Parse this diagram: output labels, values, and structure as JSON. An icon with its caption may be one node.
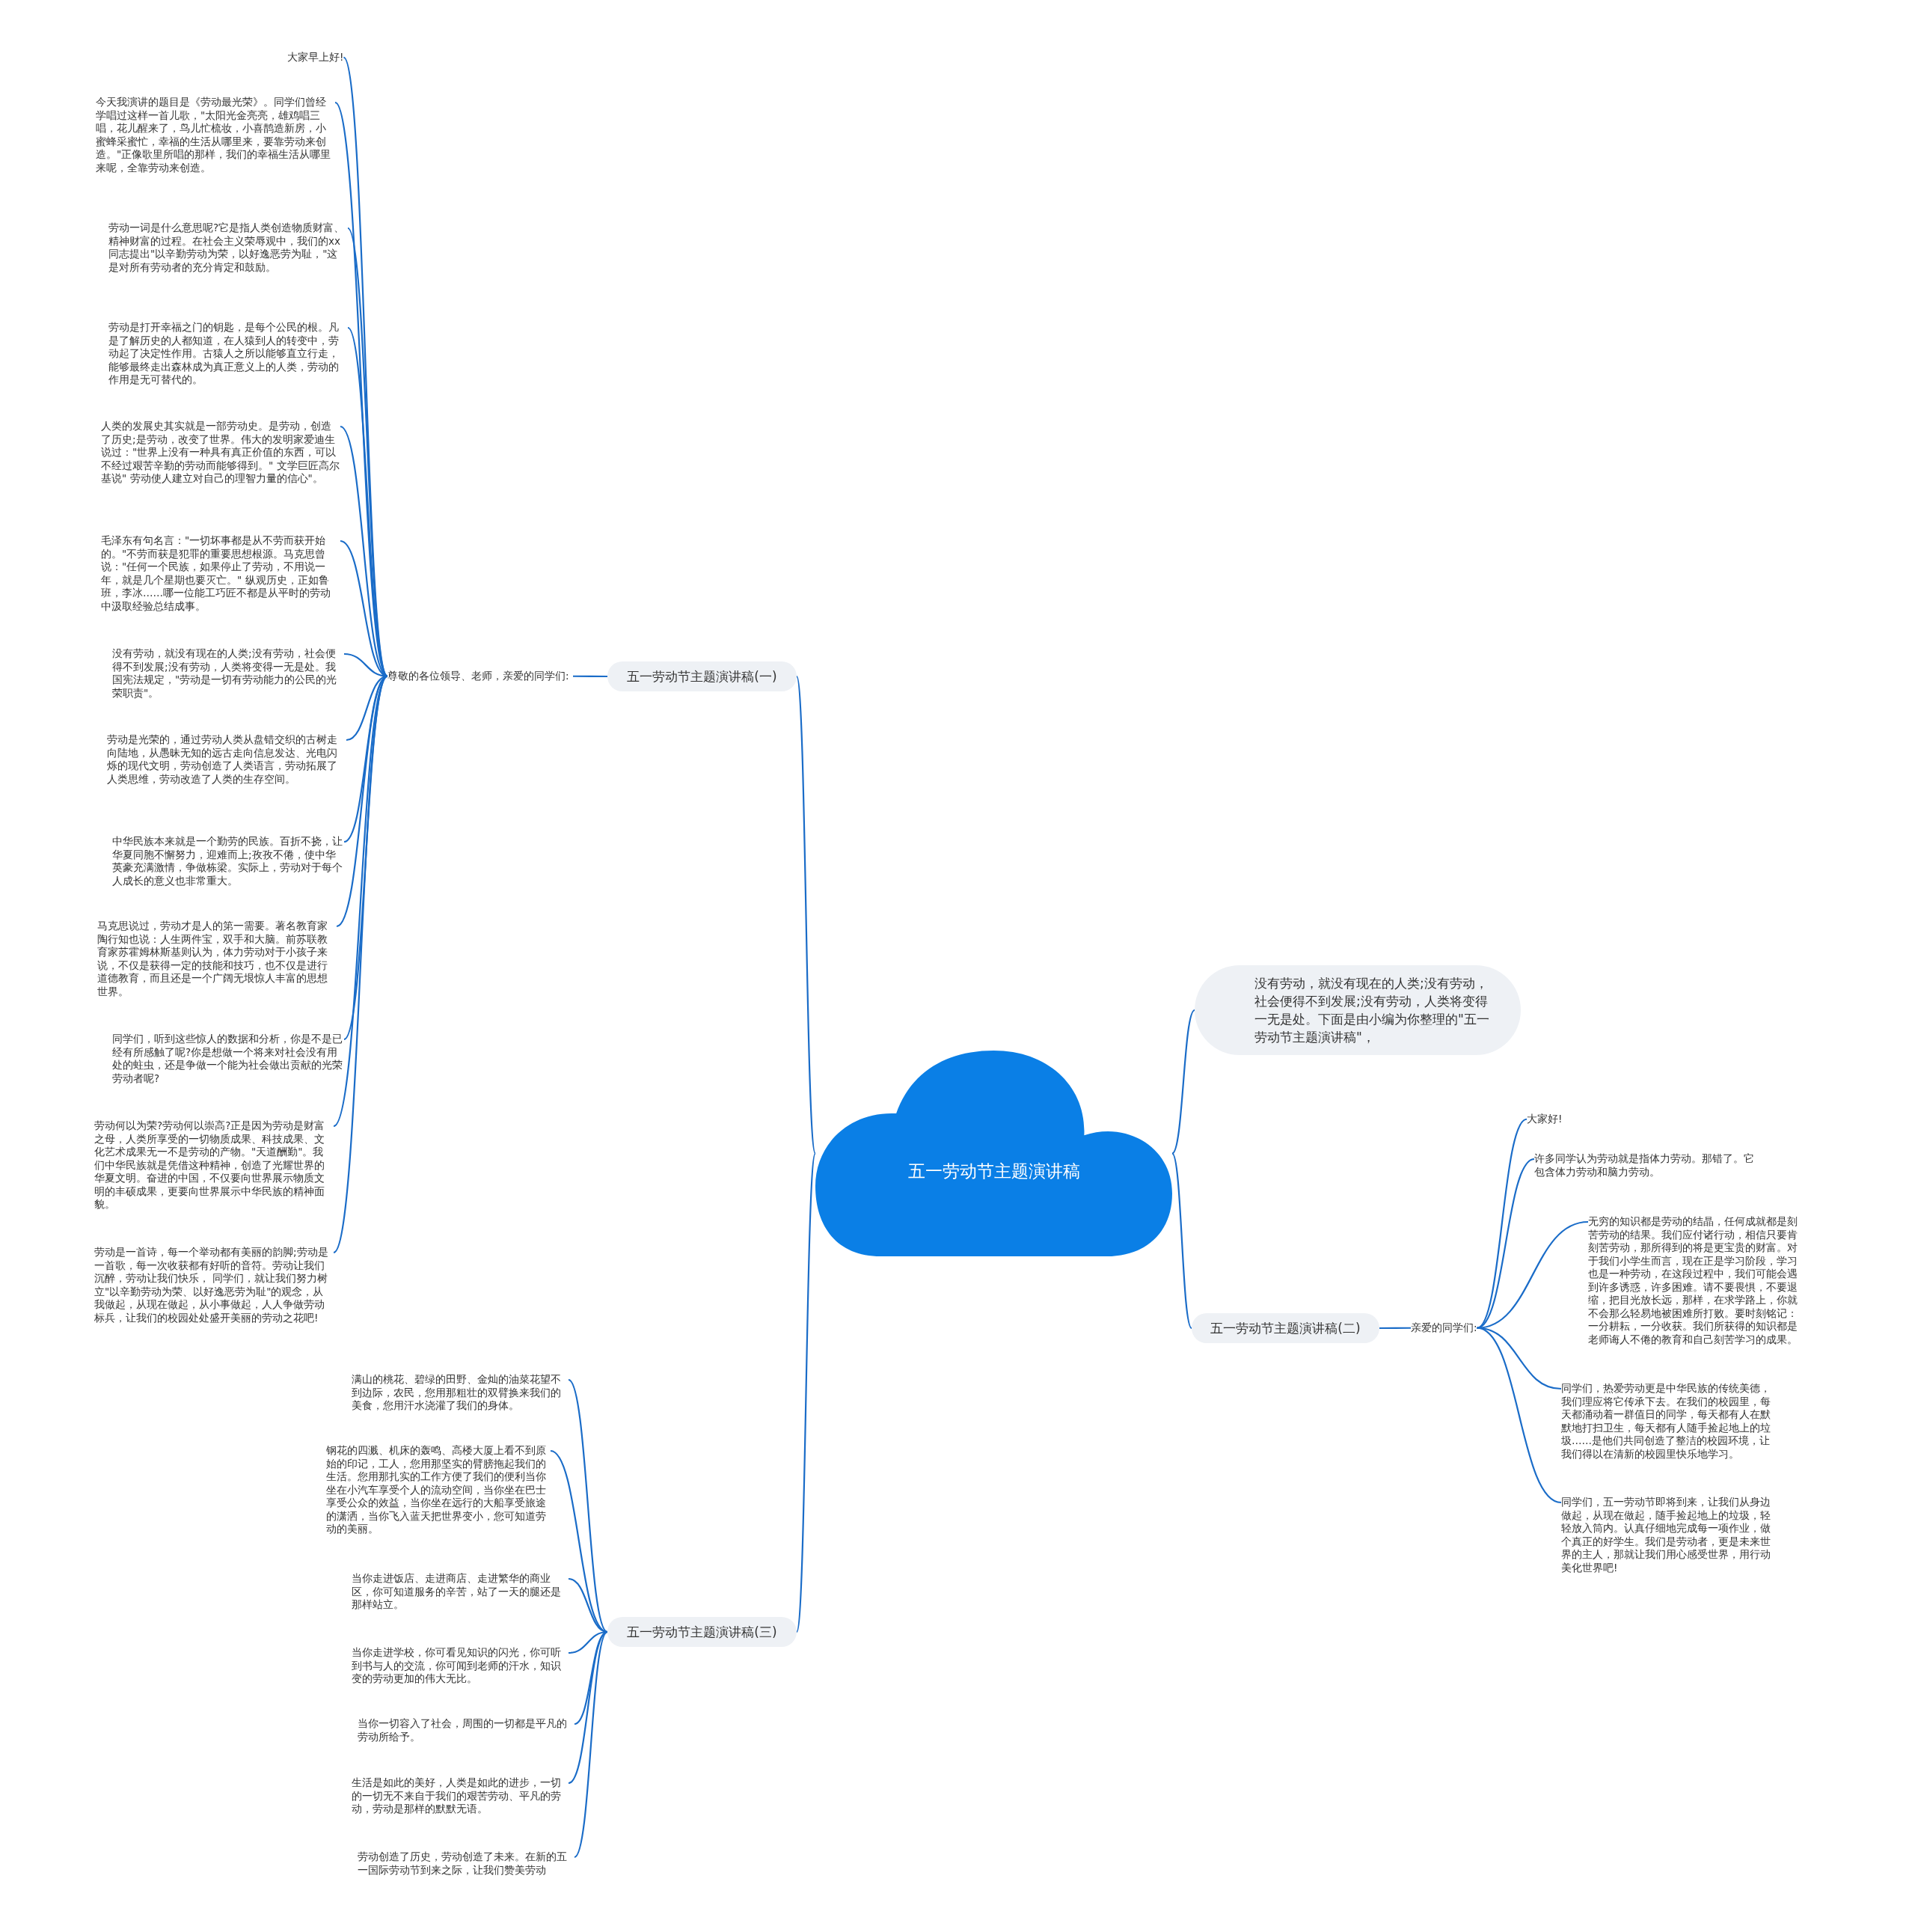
{
  "diagram": {
    "nodes": [
      {
        "text": [
          "五一劳动节主题演讲稿"
        ]
      },
      {
        "text": [
          "五一劳动节主题演讲稿(一)"
        ]
      },
      {
        "text": [
          "尊敬的各位领导、老师，亲爱的同学们:"
        ]
      },
      {
        "text": [
          "大家早上好!"
        ]
      },
      {
        "text": [
          "今天我演讲的题目是《劳动最光荣》。同学们曾经学唱过这样一首儿歌，\"太阳光金亮亮，雄鸡唱三唱，花儿醒来了，鸟儿忙梳妆，小喜鹊造新房，小蜜蜂采蜜忙，幸福的生活从哪里来，要靠劳动来创造。\"正像歌里所唱的那样，我们的幸福生活从哪里来呢，全靠劳动来创造。"
        ]
      },
      {
        "text": [
          "劳动一词是什么意思呢?它是指人类创造物质财富、精神财富的过程。在社会主义荣辱观中，我们的xx同志提出\"以辛勤劳动为荣，以好逸恶劳为耻，\"这是对所有劳动者的充分肯定和鼓励。"
        ]
      },
      {
        "text": [
          "劳动是打开幸福之门的钥匙，是每个公民的根。凡是了解历史的人都知道，在人猿到人的转变中，劳动起了决定性作用。古猿人之所以能够直立行走，能够最终走出森林成为真正意义上的人类，劳动的作用是无可替代的。"
        ]
      },
      {
        "text": [
          "人类的发展史其实就是一部劳动史。是劳动，创造了历史;是劳动，改变了世界。伟大的发明家爱迪生说过：\"世界上没有一种具有真正价值的东西，可以不经过艰苦辛勤的劳动而能够得到。\" 文学巨匠高尔基说\" 劳动使人建立对自己的理智力量的信心\"。"
        ]
      },
      {
        "text": [
          "毛泽东有句名言：\"一切坏事都是从不劳而获开始的。\"不劳而获是犯罪的重要思想根源。马克思曾说：\"任何一个民族，如果停止了劳动，不用说一年，就是几个星期也要灭亡。\" 纵观历史，正如鲁班，李冰……哪一位能工巧匠不都是从平时的劳动中汲取经验总结成事。"
        ]
      },
      {
        "text": [
          "没有劳动，就没有现在的人类;没有劳动，社会便得不到发展;没有劳动，人类将变得一无是处。我国宪法规定，\"劳动是一切有劳动能力的公民的光荣职责\"。"
        ]
      },
      {
        "text": [
          "劳动是光荣的，通过劳动人类从盘错交织的古树走向陆地，从愚昧无知的远古走向信息发达、光电闪烁的现代文明，劳动创造了人类语言，劳动拓展了人类思维，劳动改造了人类的生存空间。"
        ]
      },
      {
        "text": [
          "中华民族本来就是一个勤劳的民族。百折不挠，让华夏同胞不懈努力，迎难而上;孜孜不倦，使中华英豪充满激情，争做栋梁。实际上，劳动对于每个人成长的意义也非常重大。"
        ]
      },
      {
        "text": [
          "马克思说过，劳动才是人的第一需要。著名教育家陶行知也说：人生两件宝，双手和大脑。前苏联教育家苏霍姆林斯基则认为，体力劳动对于小孩子来说，不仅是获得一定的技能和技巧，也不仅是进行道德教育，而且还是一个广阔无垠惊人丰富的思想世界。"
        ]
      },
      {
        "text": [
          "同学们，听到这些惊人的数据和分析，你是不是已经有所感触了呢?你是想做一个将来对社会没有用处的蛀虫，还是争做一个能为社会做出贡献的光荣劳动者呢?"
        ]
      },
      {
        "text": [
          "劳动何以为荣?劳动何以崇高?正是因为劳动是财富之母，人类所享受的一切物质成果、科技成果、文化艺术成果无一不是劳动的产物。\"天道酬勤\"。我们中华民族就是凭借这种精神，创造了光耀世界的华夏文明。奋进的中国，不仅要向世界展示物质文明的丰硕成果，更要向世界展示中华民族的精神面貌。"
        ]
      },
      {
        "text": [
          "劳动是一首诗，每一个举动都有美丽的韵脚;劳动是一首歌，每一次收获都有好听的音符。劳动让我们沉醉，劳动让我们快乐， 同学们，就让我们努力树立\"以辛勤劳动为荣、以好逸恶劳为耻\"的观念，从我做起，从现在做起，从小事做起，人人争做劳动标兵，让我们的校园处处盛开美丽的劳动之花吧!"
        ]
      },
      {
        "text": [
          "没有劳动，就没有现在的人类;没有劳动，社会便得不到发展;没有劳动，人类将变得一无是处。下面是由小编为你整理的\"五一劳动节主题演讲稿\"，"
        ]
      },
      {
        "text": [
          "五一劳动节主题演讲稿(二)"
        ]
      },
      {
        "text": [
          "亲爱的同学们:"
        ]
      },
      {
        "text": [
          "大家好!"
        ]
      },
      {
        "text": [
          "许多同学认为劳动就是指体力劳动。那错了。它包含体力劳动和脑力劳动。"
        ]
      },
      {
        "text": [
          "无穷的知识都是劳动的结晶，任何成就都是刻苦劳动的结果。我们应付诸行动，相信只要肯刻苦劳动，那所得到的将是更宝贵的财富。对于我们小学生而言，现在正是学习阶段，学习也是一种劳动，在这段过程中，我们可能会遇到许多诱惑，许多困难。请不要畏惧，不要退缩，把目光放长远，那样，在求学路上，你就不会那么轻易地被困难所打败。要时刻铭记：一分耕耘，一分收获。我们所获得的知识都是老师诲人不倦的教育和自己刻苦学习的成果。"
        ]
      },
      {
        "text": [
          "同学们，热爱劳动更是中华民族的传统美德，我们理应将它传承下去。在我们的校园里，每天都涌动着一群值日的同学，每天都有人在默默地打扫卫生，每天都有人随手捡起地上的垃圾……是他们共同创造了整洁的校园环境，让我们得以在清新的校园里快乐地学习。"
        ]
      },
      {
        "text": [
          "同学们，五一劳动节即将到来，让我们从身边做起，从现在做起，随手捡起地上的垃圾，轻轻放入筒内。认真仔细地完成每一项作业，做个真正的好学生。我们是劳动者，更是未来世界的主人，那就让我们用心感受世界，用行动美化世界吧!"
        ]
      },
      {
        "text": [
          "五一劳动节主题演讲稿(三)"
        ]
      },
      {
        "text": [
          "满山的桃花、碧绿的田野、金灿的油菜花望不到边际，农民，您用那粗壮的双臂换来我们的美食，您用汗水浇灌了我们的身体。"
        ]
      },
      {
        "text": [
          "钢花的四溅、机床的轰鸣、高楼大厦上看不到原始的印记，工人，您用那坚实的臂膀拖起我们的生活。您用那扎实的工作方便了我们的便利当你坐在小汽车享受个人的流动空间，当你坐在巴士享受公众的效益，当你坐在远行的大船享受旅途的潇洒，当你飞入蓝天把世界变小，您可知道劳动的美丽。"
        ]
      },
      {
        "text": [
          "当你走进饭店、走进商店、走进繁华的商业区，你可知道服务的辛苦，站了一天的腿还是那样站立。"
        ]
      },
      {
        "text": [
          "当你走进学校，你可看见知识的闪光，你可听到书与人的交流，你可闻到老师的汗水，知识变的劳动更加的伟大无比。"
        ]
      },
      {
        "text": [
          "当你一切容入了社会，周围的一切都是平凡的劳动所给予。"
        ]
      },
      {
        "text": [
          "生活是如此的美好，人类是如此的进步，一切的一切无不来自于我们的艰苦劳动、平凡的劳动，劳动是那样的默默无语。"
        ]
      },
      {
        "text": [
          "劳动创造了历史，劳动创造了未来。在新的五一国际劳动节到来之际，让我们赞美劳动"
        ]
      }
    ],
    "edges": [
      {
        "from": 0,
        "to": 1,
        "arrow": "none"
      },
      {
        "from": 1,
        "to": 2,
        "arrow": "none"
      },
      {
        "from": 2,
        "to": 3,
        "arrow": "none"
      },
      {
        "from": 2,
        "to": 4,
        "arrow": "none"
      },
      {
        "from": 2,
        "to": 5,
        "arrow": "none"
      },
      {
        "from": 2,
        "to": 6,
        "arrow": "none"
      },
      {
        "from": 2,
        "to": 7,
        "arrow": "none"
      },
      {
        "from": 2,
        "to": 8,
        "arrow": "none"
      },
      {
        "from": 2,
        "to": 9,
        "arrow": "none"
      },
      {
        "from": 2,
        "to": 10,
        "arrow": "none"
      },
      {
        "from": 2,
        "to": 11,
        "arrow": "none"
      },
      {
        "from": 2,
        "to": 12,
        "arrow": "none"
      },
      {
        "from": 2,
        "to": 13,
        "arrow": "none"
      },
      {
        "from": 2,
        "to": 14,
        "arrow": "none"
      },
      {
        "from": 2,
        "to": 15,
        "arrow": "none"
      },
      {
        "from": 0,
        "to": 16,
        "arrow": "none"
      },
      {
        "from": 0,
        "to": 17,
        "arrow": "none"
      },
      {
        "from": 17,
        "to": 18,
        "arrow": "none"
      },
      {
        "from": 18,
        "to": 19,
        "arrow": "none"
      },
      {
        "from": 18,
        "to": 20,
        "arrow": "none"
      },
      {
        "from": 18,
        "to": 21,
        "arrow": "none"
      },
      {
        "from": 18,
        "to": 22,
        "arrow": "none"
      },
      {
        "from": 18,
        "to": 23,
        "arrow": "none"
      },
      {
        "from": 0,
        "to": 24,
        "arrow": "none"
      },
      {
        "from": 24,
        "to": 25,
        "arrow": "none"
      },
      {
        "from": 24,
        "to": 26,
        "arrow": "none"
      },
      {
        "from": 24,
        "to": 27,
        "arrow": "none"
      },
      {
        "from": 24,
        "to": 28,
        "arrow": "none"
      },
      {
        "from": 24,
        "to": 29,
        "arrow": "none"
      },
      {
        "from": 24,
        "to": 30,
        "arrow": "none"
      },
      {
        "from": 24,
        "to": 31,
        "arrow": "none"
      }
    ]
  }
}
